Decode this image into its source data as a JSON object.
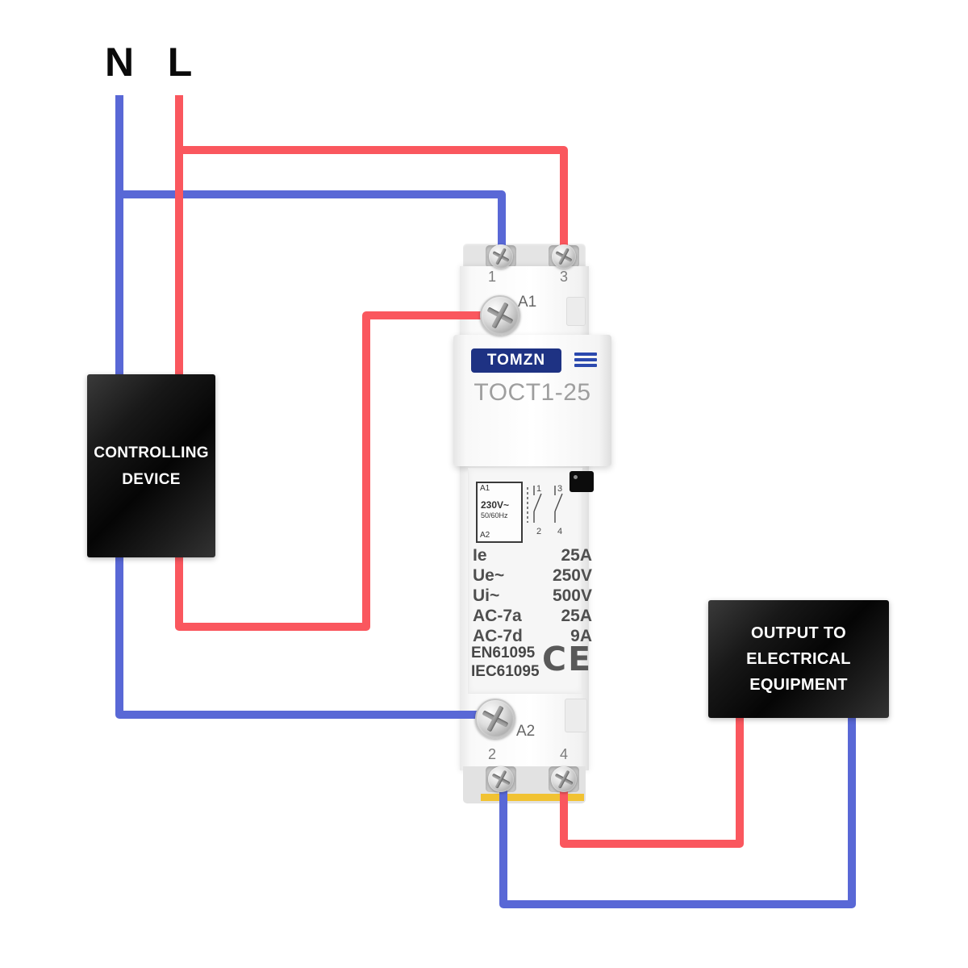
{
  "colors": {
    "wire_blue": "#5968d6",
    "wire_red": "#fa575e",
    "logo_navy": "#1e3283",
    "yellow_strip": "#f1c232"
  },
  "supply": {
    "neutral_label": "N",
    "line_label": "L"
  },
  "controlling_device": {
    "line1": "CONTROLLING",
    "line2": "DEVICE"
  },
  "output_device": {
    "line1": "OUTPUT TO",
    "line2": "ELECTRICAL",
    "line3": "EQUIPMENT"
  },
  "contactor": {
    "brand": "TOMZN",
    "model": "TOCT1-25",
    "terminal_1": "1",
    "terminal_3": "3",
    "terminal_2": "2",
    "terminal_4": "4",
    "coil_a1": "A1",
    "coil_a2": "A2",
    "rating_box": {
      "a1": "A1",
      "voltage": "230V~",
      "frequency": "50/60Hz",
      "a2": "A2"
    },
    "contact_diagram": {
      "c1": "1",
      "c3": "3",
      "c2": "2",
      "c4": "4"
    },
    "specs": [
      {
        "label": "Ie",
        "value": "25A"
      },
      {
        "label": "Ue~",
        "value": "250V"
      },
      {
        "label": "Ui~",
        "value": "500V"
      },
      {
        "label": "AC-7a",
        "value": "25A"
      },
      {
        "label": "AC-7d",
        "value": "9A"
      }
    ],
    "standard_1": "EN61095",
    "standard_2": "IEC61095",
    "ce_mark": "CE"
  }
}
